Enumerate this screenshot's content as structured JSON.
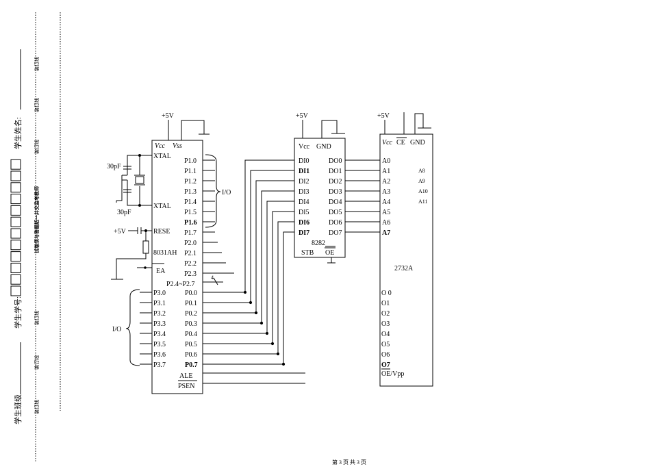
{
  "margin": {
    "class_label": "学生班级",
    "name_label": "学生姓名:",
    "id_label": "学生学号:",
    "id_boxes": 12,
    "binding_text": "装订线",
    "notice": "试卷须与答题纸一并交监考教师"
  },
  "footer": {
    "page": "第 3 页 共 3 页"
  },
  "mcu": {
    "power": "+5V",
    "vcc": "Vcc",
    "vss": "Vss",
    "chip": "8031AH",
    "xtal1": "XTAL",
    "xtal2": "XTAL",
    "rese": "RESE",
    "ea": "EA",
    "ale": "ALE",
    "psen": "PSEN",
    "p1": [
      "P1.0",
      "P1.1",
      "P1.2",
      "P1.3",
      "P1.4",
      "P1.5",
      "P1.6",
      "P1.7"
    ],
    "p2": [
      "P2.0",
      "P2.1",
      "P2.2",
      "P2.3",
      "P2.4~P2.7"
    ],
    "p0": [
      "P0.0",
      "P0.1",
      "P0.2",
      "P0.3",
      "P0.4",
      "P0.5",
      "P0.6",
      "P0.7"
    ],
    "p3": [
      "P3.0",
      "P3.1",
      "P3.2",
      "P3.3",
      "P3.4",
      "P3.5",
      "P3.6",
      "P3.7"
    ],
    "cap1": "30pF",
    "cap2": "30pF",
    "reset_power": "+5V",
    "io_p1": "I/O",
    "io_p3": "I/O",
    "bus_width": "4"
  },
  "latch": {
    "power": "+5V",
    "vcc": "Vcc",
    "gnd": "GND",
    "chip": "8282",
    "stb": "STB",
    "oe": "OE",
    "di": [
      "DI0",
      "DI1",
      "DI2",
      "DI3",
      "DI4",
      "DI5",
      "DI6",
      "DI7"
    ],
    "do": [
      "DO0",
      "DO1",
      "DO2",
      "DO3",
      "DO4",
      "DO5",
      "DO6",
      "DO7"
    ]
  },
  "eprom": {
    "power": "+5V",
    "vcc": "Vcc",
    "ce": "CE",
    "gnd": "GND",
    "chip": "2732A",
    "a_low": [
      "A0",
      "A1",
      "A2",
      "A3",
      "A4",
      "A5",
      "A6",
      "A7"
    ],
    "a_high": [
      "A8",
      "A9",
      "A10",
      "A11"
    ],
    "o": [
      "O 0",
      "O1",
      "O2",
      "O3",
      "O4",
      "O5",
      "O6",
      "O7"
    ],
    "oe_vpp": "OE/Vpp"
  }
}
